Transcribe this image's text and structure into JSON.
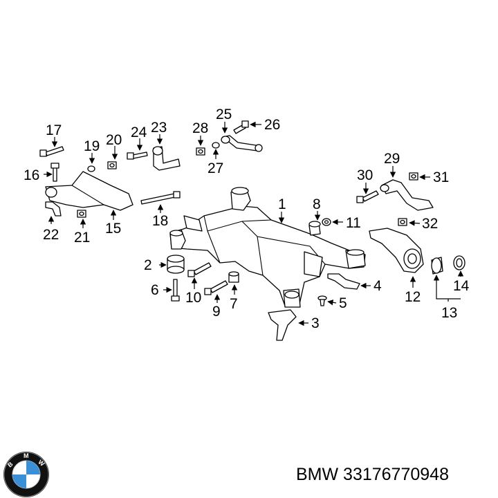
{
  "callouts": [
    {
      "id": "c1",
      "text": "1"
    },
    {
      "id": "c2",
      "text": "2"
    },
    {
      "id": "c3",
      "text": "3"
    },
    {
      "id": "c4",
      "text": "4"
    },
    {
      "id": "c5",
      "text": "5"
    },
    {
      "id": "c6",
      "text": "6"
    },
    {
      "id": "c7",
      "text": "7"
    },
    {
      "id": "c8",
      "text": "8"
    },
    {
      "id": "c9",
      "text": "9"
    },
    {
      "id": "c10",
      "text": "10"
    },
    {
      "id": "c11",
      "text": "11"
    },
    {
      "id": "c12",
      "text": "12"
    },
    {
      "id": "c13",
      "text": "13"
    },
    {
      "id": "c14",
      "text": "14"
    },
    {
      "id": "c15",
      "text": "15"
    },
    {
      "id": "c16",
      "text": "16"
    },
    {
      "id": "c17",
      "text": "17"
    },
    {
      "id": "c18",
      "text": "18"
    },
    {
      "id": "c19",
      "text": "19"
    },
    {
      "id": "c20",
      "text": "20"
    },
    {
      "id": "c21",
      "text": "21"
    },
    {
      "id": "c22",
      "text": "22"
    },
    {
      "id": "c23",
      "text": "23"
    },
    {
      "id": "c24",
      "text": "24"
    },
    {
      "id": "c25",
      "text": "25"
    },
    {
      "id": "c26",
      "text": "26"
    },
    {
      "id": "c27",
      "text": "27"
    },
    {
      "id": "c28",
      "text": "28"
    },
    {
      "id": "c29",
      "text": "29"
    },
    {
      "id": "c30",
      "text": "30"
    },
    {
      "id": "c31",
      "text": "31"
    },
    {
      "id": "c32",
      "text": "32"
    }
  ],
  "caption": "BMW 33176770948",
  "logo": {
    "letters": [
      "B",
      "M",
      "W"
    ],
    "colors": {
      "blue": "#3a8fd6",
      "ring": "#111111",
      "white": "#ffffff"
    }
  }
}
